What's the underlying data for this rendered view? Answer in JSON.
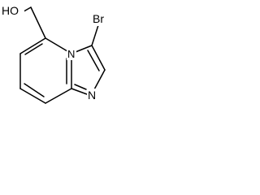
{
  "molecule": {
    "hydroxyl_label": "HO",
    "bromine_label": "Br",
    "ring_nitrogen_label": "N",
    "imidazole_nitrogen_label": "N"
  }
}
